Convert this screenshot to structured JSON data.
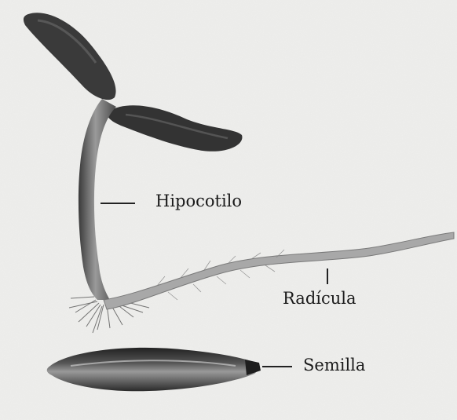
{
  "labels": {
    "hypocotyl": "Hipocotilo",
    "radicle": "Radícula",
    "seed": "Semilla"
  },
  "colors": {
    "paper": "#efefed",
    "ink_dark": "#2b2b2b",
    "ink_mid": "#5a5a5a",
    "stem_light": "#bdbdbd",
    "text": "#1a1a1a"
  }
}
